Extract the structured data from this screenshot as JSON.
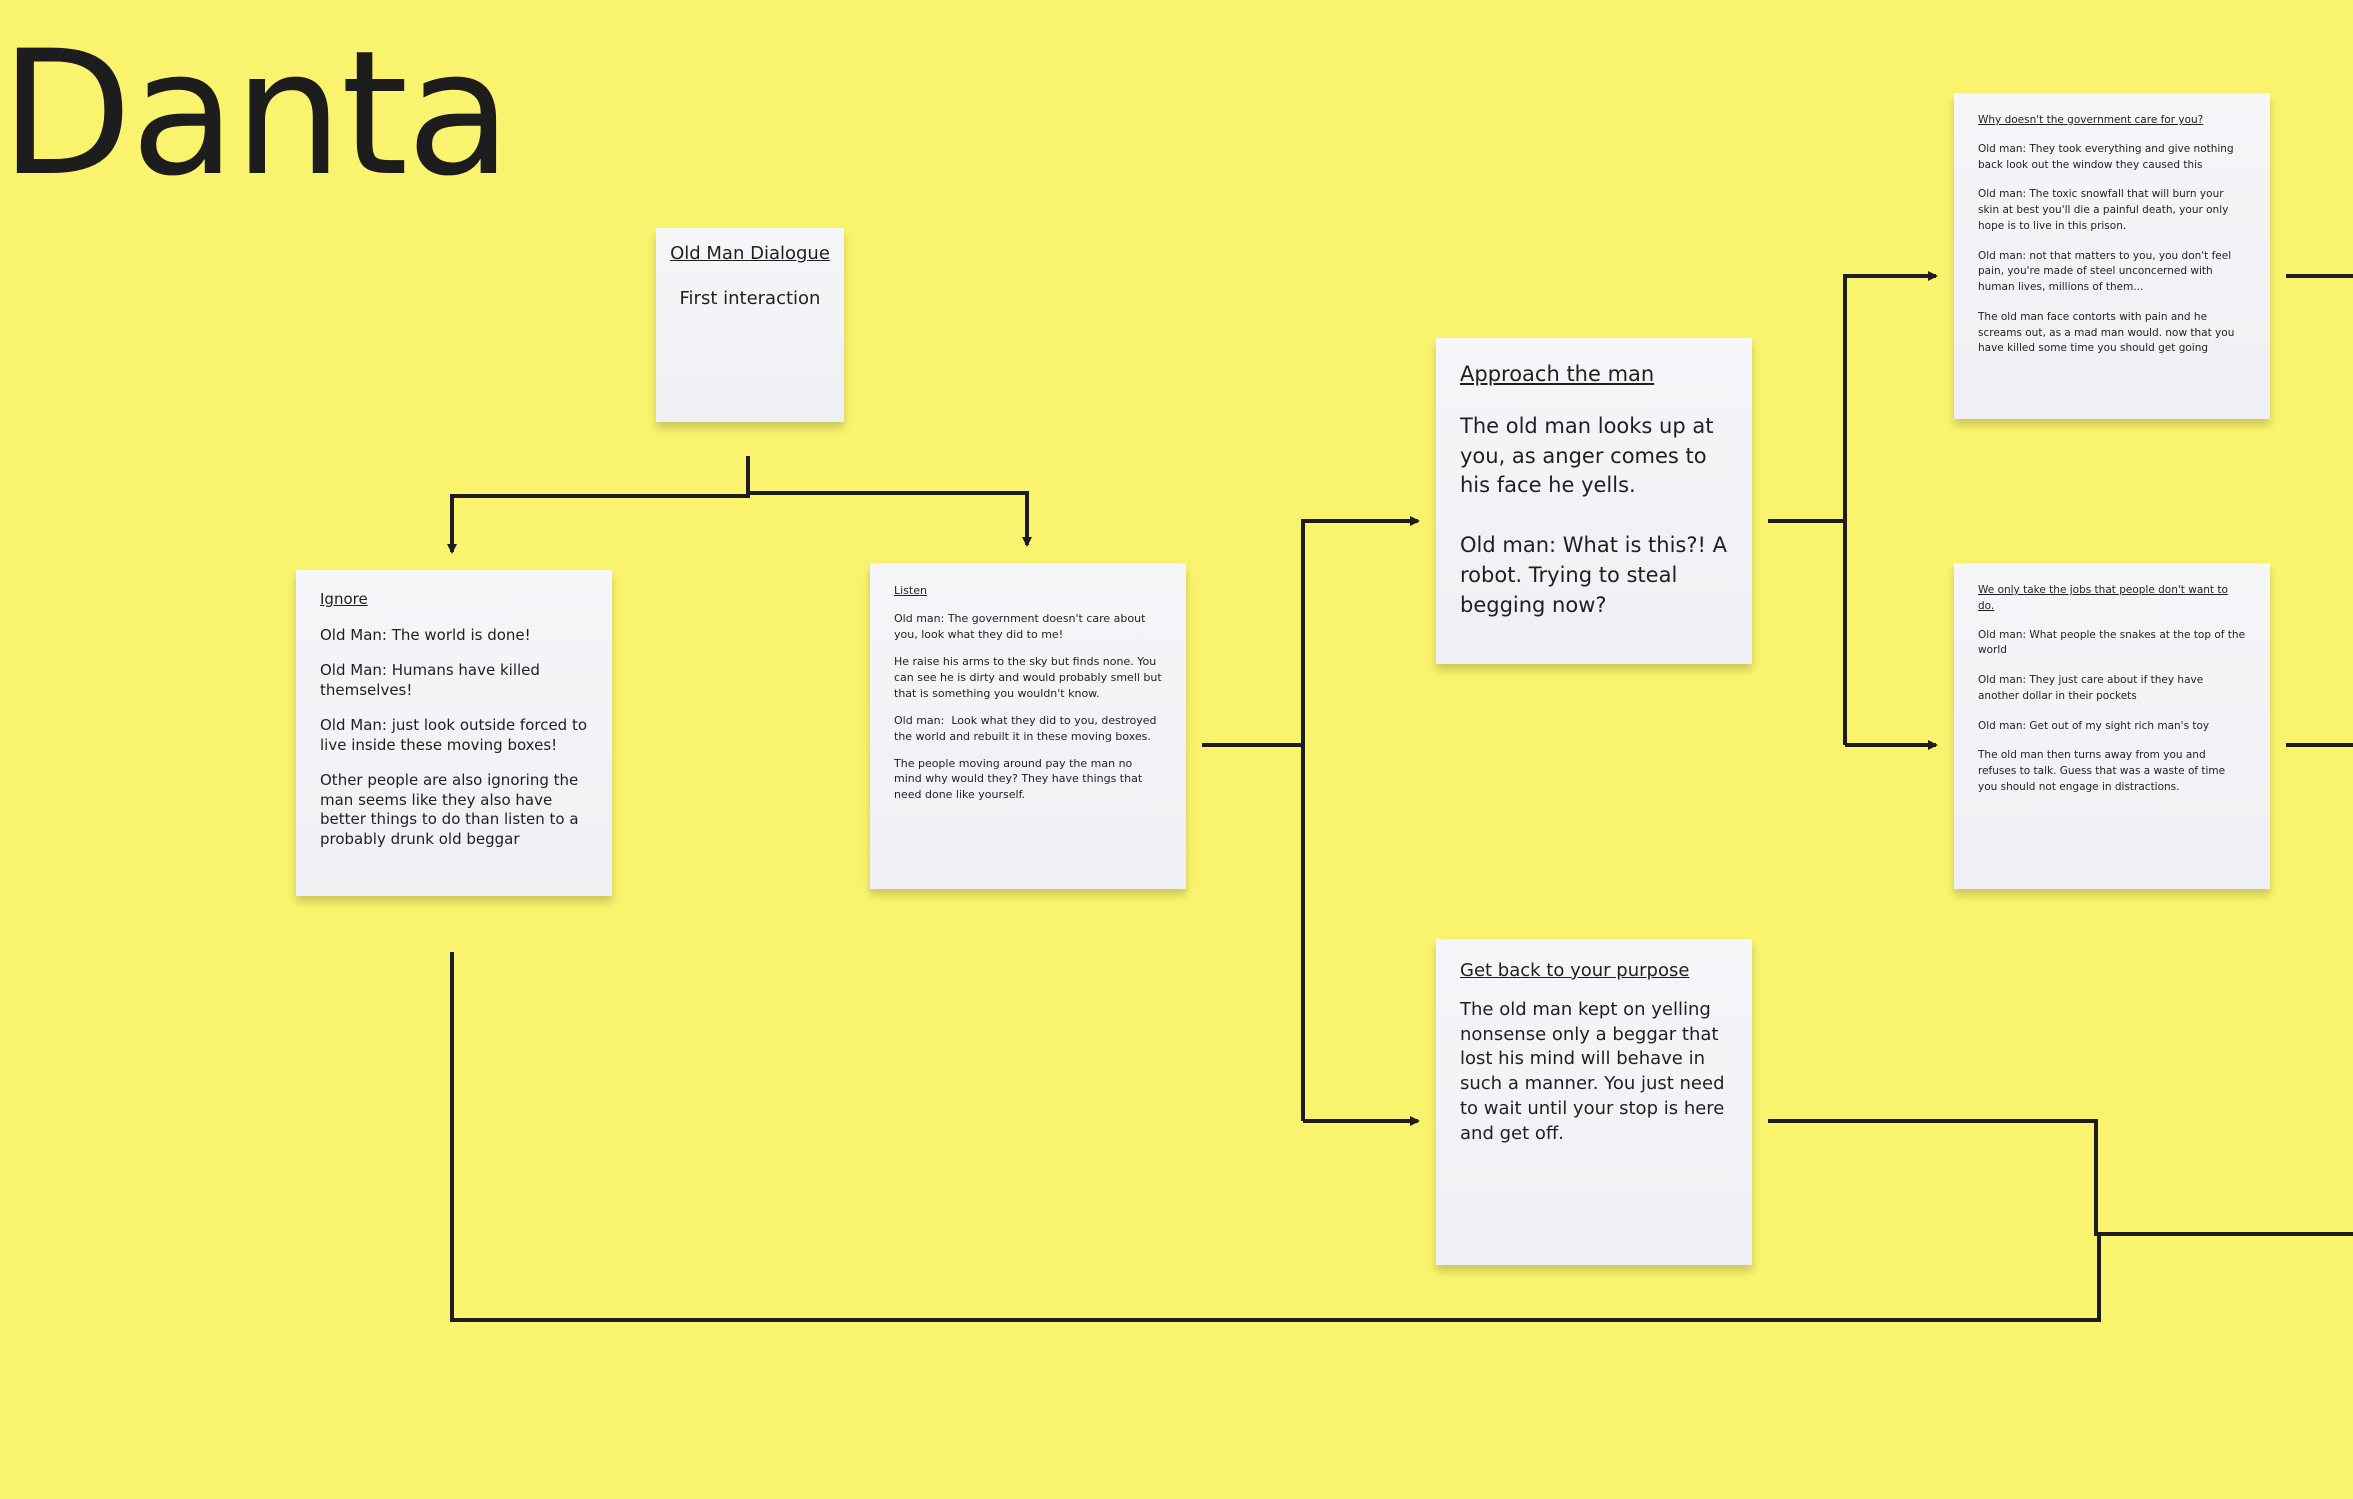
{
  "board": {
    "title": "Danta",
    "background": "#f9f36d",
    "line_color": "#1d1d1d"
  },
  "notes": {
    "root": {
      "title": "Old Man Dialogue",
      "lines": [
        "First interaction"
      ]
    },
    "ignore": {
      "title": "Ignore",
      "lines": [
        "Old Man: The world is done!",
        "Old Man: Humans have killed themselves!",
        "Old Man: just look outside forced to live inside these moving boxes!",
        "Other people are also ignoring the man seems like they also have better things to do than listen to a probably drunk old beggar"
      ]
    },
    "listen": {
      "title": "Listen",
      "lines": [
        "Old man: The government doesn't care about you, look what they did to me!",
        "He raise his arms to the sky but finds none. You can see he is dirty and would probably smell but that is something you wouldn't know.",
        "Old man:  Look what they did to you, destroyed the world and rebuilt it in these moving boxes.",
        "The people moving around pay the man no mind why would they? They have things that need done like yourself."
      ]
    },
    "approach": {
      "title": "Approach the man",
      "lines": [
        "The old man looks up at you, as anger comes to his face he yells.",
        "Old man: What is this?! A robot. Trying to steal begging now?"
      ]
    },
    "purpose": {
      "title": "Get back to your purpose",
      "lines": [
        "The old man kept on yelling nonsense only a beggar that lost his mind will behave in such a manner. You just need to wait until your stop is here and get off."
      ]
    },
    "government": {
      "title": "Why doesn't the government care for you?",
      "lines": [
        "Old man: They took everything and give nothing back look out the window they caused this",
        "Old man: The toxic snowfall that will burn your skin at best you'll die a painful death, your only hope is to live in this prison.",
        "Old man: not that matters to you, you don't feel pain, you're made of steel unconcerned with human lives, millions of them...",
        "The old man face contorts with pain and he screams out, as a mad man would. now that you have killed some time you should get going"
      ]
    },
    "jobs": {
      "title": "We only take the jobs that people don't want to do.",
      "lines": [
        "Old man: What people the snakes at the top of the world",
        "Old man: They just care about if they have another dollar in their pockets",
        "Old man: Get out of my sight rich man's toy",
        "The old man then turns away from you and refuses to talk. Guess that was a waste of time you should not engage in distractions."
      ]
    }
  }
}
